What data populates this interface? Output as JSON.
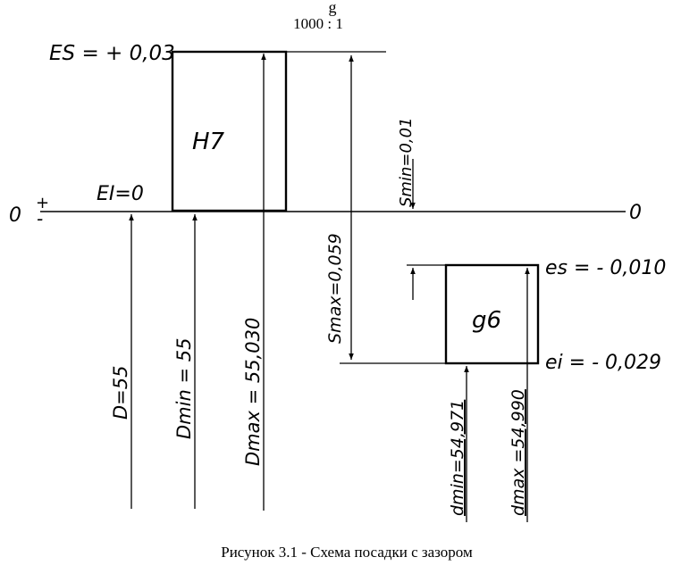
{
  "header": {
    "scale_cut": "g",
    "scale": "1000 : 1"
  },
  "zero_line": {
    "left_label": "0",
    "sign_plus": "+",
    "sign_minus": "-",
    "right_label": "0"
  },
  "hole": {
    "zone_label": "H7",
    "upper_deviation_label": "ES = + 0,03",
    "lower_deviation_label": "EI=0",
    "nominal_label": "D=55",
    "min_size_label": "Dmin = 55",
    "max_size_label": "Dmax = 55,030"
  },
  "shaft": {
    "zone_label": "g6",
    "upper_deviation_label": "es = - 0,010",
    "lower_deviation_label": "ei = - 0,029",
    "min_size_label": "dmin=54,971",
    "max_size_label": "dmax =54,990"
  },
  "clearance": {
    "min_label": "Smin=0,01",
    "max_label": "Smax=0,059"
  },
  "caption": "Рисунок 3.1 - Схема посадки с зазором"
}
